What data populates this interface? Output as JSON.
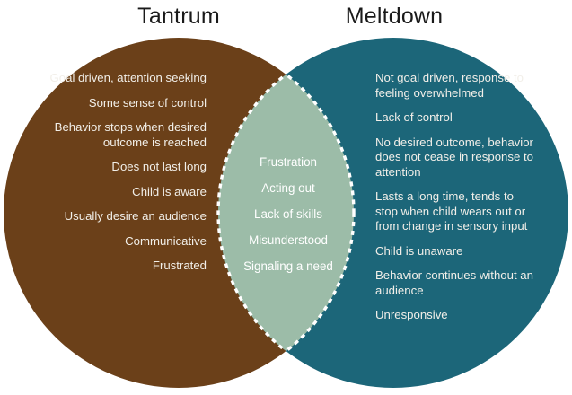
{
  "diagram": {
    "type": "venn-2-set",
    "background_color": "#ffffff",
    "left": {
      "title": "Tantrum",
      "fill_color": "#6B4019",
      "text_color": "#F2EFE9",
      "items": [
        "Goal driven, attention seeking",
        "Some sense of control",
        "Behavior stops when desired outcome is reached",
        "Does not last long",
        "Child is aware",
        "Usually desire an audience",
        "Communicative",
        "Frustrated"
      ]
    },
    "right": {
      "title": "Meltdown",
      "fill_color": "#1C6679",
      "text_color": "#F2EFE9",
      "items": [
        "Not goal driven, response to feeling overwhelmed",
        "Lack of control",
        "No desired outcome, behavior does not cease in response to attention",
        "Lasts a long time, tends to stop when child wears out or from change in sensory input",
        "Child is unaware",
        "Behavior continues without an audience",
        "Unresponsive"
      ]
    },
    "overlap": {
      "fill_color": "#9CBCA8",
      "border_color": "#FFFFFF",
      "border_style": "dashed",
      "text_color": "#FFFFFF",
      "items": [
        "Frustration",
        "Acting out",
        "Lack of skills",
        "Misunderstood",
        "Signaling a need"
      ]
    },
    "title_color": "#1A1A1A"
  }
}
